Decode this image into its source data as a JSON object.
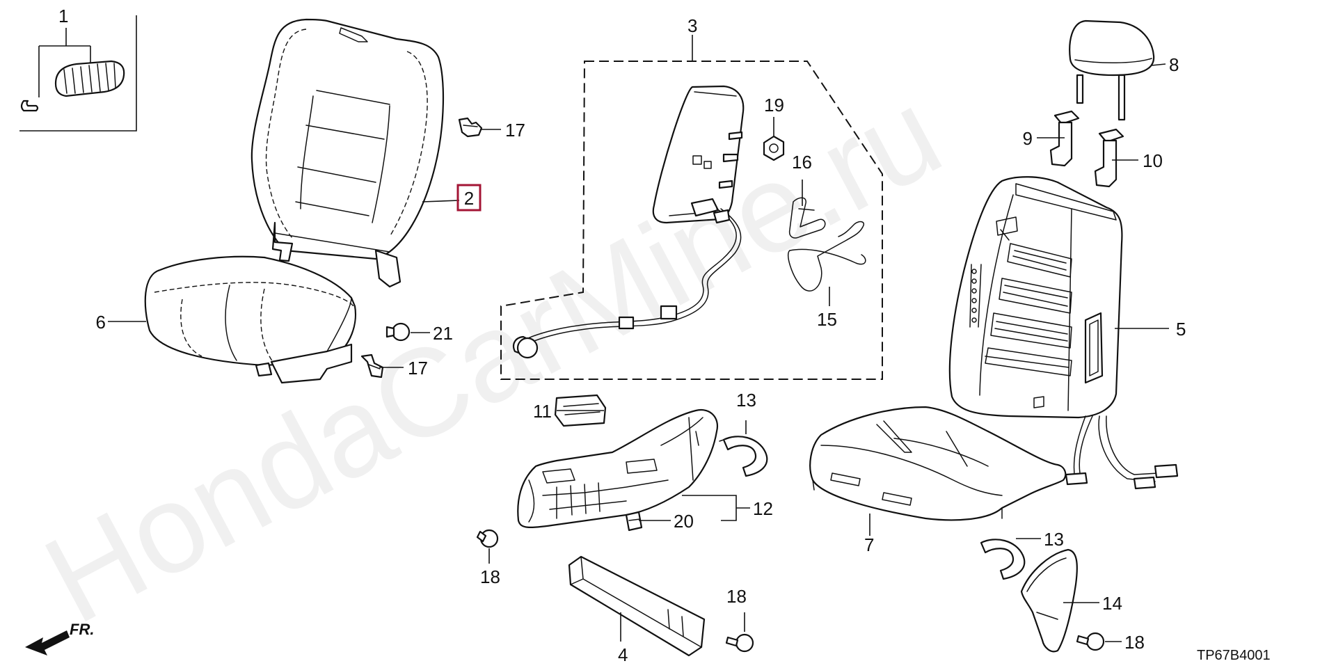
{
  "diagram": {
    "callouts": {
      "c1": "1",
      "c2": "2",
      "c3": "3",
      "c4": "4",
      "c5": "5",
      "c6": "6",
      "c7": "7",
      "c8": "8",
      "c9": "9",
      "c10": "10",
      "c11": "11",
      "c12": "12",
      "c13a": "13",
      "c13b": "13",
      "c14": "14",
      "c15": "15",
      "c16": "16",
      "c17a": "17",
      "c17b": "17",
      "c18a": "18",
      "c18b": "18",
      "c18c": "18",
      "c19": "19",
      "c20": "20",
      "c21": "21"
    },
    "highlighted_part": "2",
    "highlight_color": "#a31535",
    "direction_label": "FR.",
    "diagram_code": "TP67B4001",
    "watermark": "HondaCarMine.ru"
  }
}
